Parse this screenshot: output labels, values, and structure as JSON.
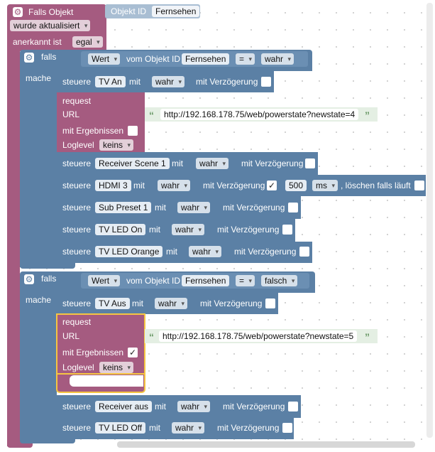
{
  "event": {
    "title": "Falls Objekt",
    "object_label": "Objekt ID",
    "object_value": "Fernsehen",
    "trigger": "wurde aktualisiert",
    "ack_label": "anerkannt ist",
    "ack_value": "egal"
  },
  "if1": {
    "falls": "falls",
    "mache": "mache",
    "cond": {
      "attr": "Wert",
      "of": "vom Objekt ID",
      "obj": "Fernsehen",
      "op": "=",
      "val": "wahr"
    },
    "rows": [
      {
        "label": "steuere",
        "name": "TV An",
        "mit": "mit",
        "value": "wahr",
        "delay": "mit Verzögerung"
      }
    ],
    "request": {
      "title": "request",
      "url_label": "URL",
      "url": "http://192.168.178.75/web/powerstate?newstate=4",
      "results_label": "mit Ergebnissen",
      "log_label": "Loglevel",
      "log_value": "keins"
    },
    "rows2": [
      {
        "label": "steuere",
        "name": "Receiver Scene 1",
        "mit": "mit",
        "value": "wahr",
        "delay": "mit Verzögerung"
      },
      {
        "label": "steuere",
        "name": "HDMI 3",
        "mit": "mit",
        "value": "wahr",
        "delay": "mit Verzögerung",
        "delay_checked": "✓",
        "ms_value": "500",
        "ms_unit": "ms",
        "clear": ", löschen falls läuft"
      },
      {
        "label": "steuere",
        "name": "Sub Preset 1",
        "mit": "mit",
        "value": "wahr",
        "delay": "mit Verzögerung"
      },
      {
        "label": "steuere",
        "name": "TV LED On",
        "mit": "mit",
        "value": "wahr",
        "delay": "mit Verzögerung"
      },
      {
        "label": "steuere",
        "name": "TV LED Orange",
        "mit": "mit",
        "value": "wahr",
        "delay": "mit Verzögerung"
      }
    ]
  },
  "if2": {
    "falls": "falls",
    "mache": "mache",
    "cond": {
      "attr": "Wert",
      "of": "vom Objekt ID",
      "obj": "Fernsehen",
      "op": "=",
      "val": "falsch"
    },
    "rows": [
      {
        "label": "steuere",
        "name": "TV Aus",
        "mit": "mit",
        "value": "wahr",
        "delay": "mit Verzögerung"
      }
    ],
    "request": {
      "title": "request",
      "url_label": "URL",
      "url": "http://192.168.178.75/web/powerstate?newstate=5",
      "results_label": "mit Ergebnissen",
      "results_checked": "✓",
      "log_label": "Loglevel",
      "log_value": "keins"
    },
    "rows2": [
      {
        "label": "steuere",
        "name": "Receiver aus",
        "mit": "mit",
        "value": "wahr",
        "delay": "mit Verzögerung"
      },
      {
        "label": "steuere",
        "name": "TV LED Off",
        "mit": "mit",
        "value": "wahr",
        "delay": "mit Verzögerung"
      }
    ]
  },
  "colors": {
    "event": "#a55b80",
    "logic": "#5b80a5",
    "string": "#e4efe3",
    "selected": "#f5c542"
  },
  "icons": {
    "settings": "gear-icon",
    "dropdown": "chevron-down-icon",
    "check": "check-icon"
  }
}
